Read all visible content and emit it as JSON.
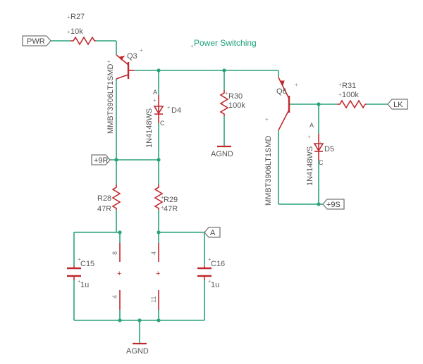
{
  "title": "Power Switching",
  "ports": {
    "pwr": "PWR",
    "lk": "LK",
    "p9r": "+9R",
    "p9s": "+9S",
    "a": "A"
  },
  "components": {
    "r27": {
      "name": "R27",
      "value": "10k"
    },
    "r28": {
      "name": "R28",
      "value": "47R"
    },
    "r29": {
      "name": "R29",
      "value": "47R"
    },
    "r30": {
      "name": "R30",
      "value": "100k"
    },
    "r31": {
      "name": "R31",
      "value": "100k"
    },
    "q3": {
      "name": "Q3",
      "part": "MMBT3906LT1SMD"
    },
    "q6": {
      "name": "Q6",
      "part": "MMBT3906LT1SMD"
    },
    "d4": {
      "name": "D4",
      "part": "1N4148WS",
      "anode": "A",
      "cathode": "C"
    },
    "d5": {
      "name": "D5",
      "part": "1N4148WS",
      "anode": "A",
      "cathode": "C"
    },
    "c15": {
      "name": "C15",
      "value": "1u"
    },
    "c16": {
      "name": "C16",
      "value": "1u"
    }
  },
  "ic_pins": {
    "left_top": "8",
    "left_bottom": "4",
    "right_top": "4",
    "right_bottom": "11",
    "plus": "+"
  },
  "grounds": {
    "r30": "AGND",
    "bottom": "AGND"
  },
  "colors": {
    "wire": "#2aa37a",
    "component": "#c0282d",
    "label": "#555555"
  }
}
